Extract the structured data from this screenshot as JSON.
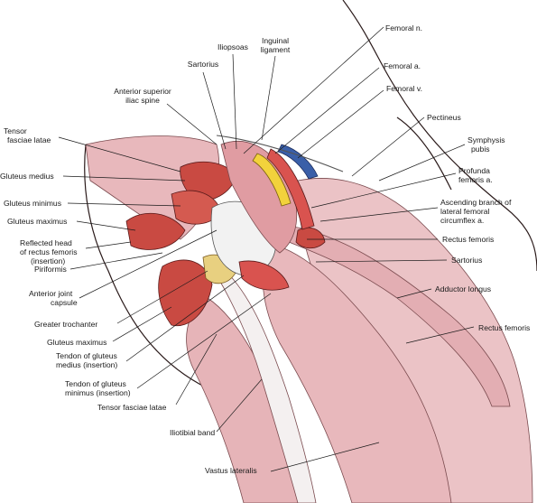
{
  "figure": {
    "description_colors": {
      "muscle_pink": "#e8b8bc",
      "muscle_red": "#d9534f",
      "cut_muscle": "#c94a42",
      "tendon_white": "#f2f2f2",
      "nerve_yellow": "#f2d23c",
      "vein_blue": "#3a5fa8",
      "fat_yellow": "#f0d060",
      "skin_line": "#333333"
    },
    "labels": {
      "femoral_n": "Femoral n.",
      "inguinal_ligament": "Inguinal\nligament",
      "iliopsoas": "Iliopsoas",
      "sartorius_top": "Sartorius",
      "femoral_a": "Femoral a.",
      "femoral_v": "Femoral v.",
      "asis": "Anterior superior\niliac spine",
      "pectineus": "Pectineus",
      "tfl_top": "Tensor\nfasciae latae",
      "symphysis_pubis": "Symphysis\npubis",
      "gluteus_medius": "Gluteus medius",
      "profunda_femoris": "Profunda\nfemoris a.",
      "gluteus_minimus": "Gluteus minimus",
      "ascending_branch": "Ascending branch of\nlateral femoral\ncircumflex a.",
      "gluteus_maximus_top": "Gluteus maximus",
      "rectus_femoris_right": "Rectus femoris",
      "reflected_head": "Reflected head\nof rectus femoris\n(insertion)",
      "sartorius_right": "Sartorius",
      "piriformis": "Piriformis",
      "adductor_longus": "Adductor longus",
      "anterior_joint_capsule": "Anterior joint\ncapsule",
      "rectus_femoris_low": "Rectus femoris",
      "greater_trochanter": "Greater trochanter",
      "gluteus_maximus_low": "Gluteus maximus",
      "tendon_gluteus_medius": "Tendon of gluteus\nmedius (insertion)",
      "tendon_gluteus_minimus": "Tendon of gluteus\nminimus (insertion)",
      "tfl_low": "Tensor fasciae latae",
      "iliotibial_band": "Iliotibial band",
      "vastus_lateralis": "Vastus lateralis"
    }
  }
}
